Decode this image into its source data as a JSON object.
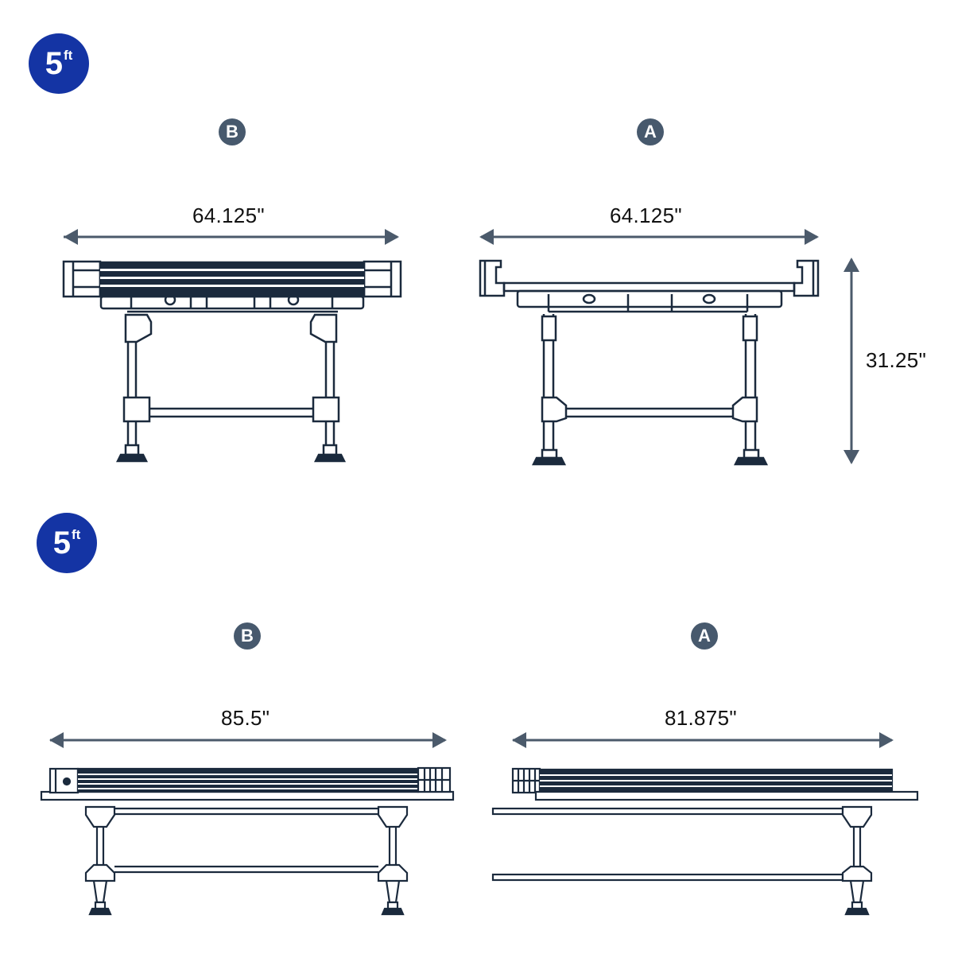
{
  "colors": {
    "size_badge": "#1434a4",
    "view_badge": "#47596d",
    "line_art": "#1b2a3d",
    "dimension_arrow": "#4b5a6b"
  },
  "sections": [
    {
      "size_badge": {
        "number": "5",
        "unit": "ft"
      },
      "views": [
        {
          "badge": "B",
          "width_label": "64.125\""
        },
        {
          "badge": "A",
          "width_label": "64.125\"",
          "height_label": "31.25\""
        }
      ]
    },
    {
      "size_badge": {
        "number": "5",
        "unit": "ft"
      },
      "views": [
        {
          "badge": "B",
          "width_label": "85.5\""
        },
        {
          "badge": "A",
          "width_label": "81.875\""
        }
      ]
    }
  ]
}
